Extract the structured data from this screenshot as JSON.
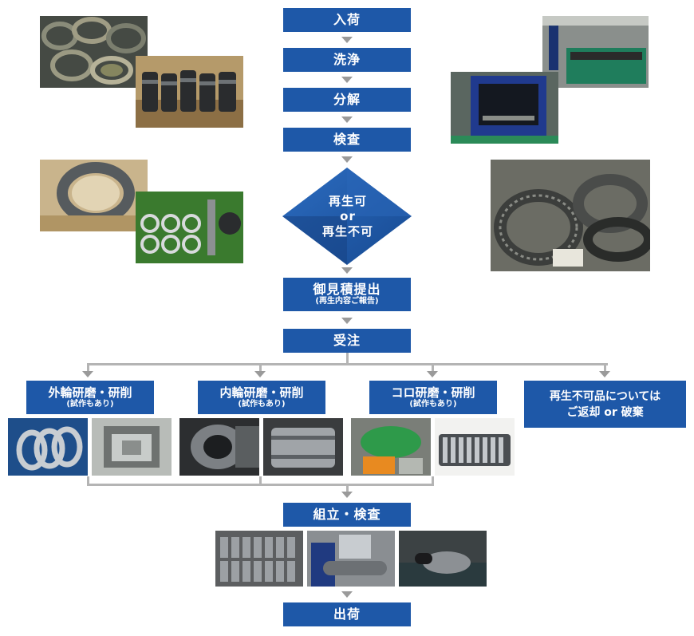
{
  "flow": {
    "arrival": "入荷",
    "cleaning": "洗浄",
    "disassembly": "分解",
    "inspection": "検査",
    "decision": {
      "line1": "再生可",
      "line2": "or",
      "line3": "再生不可"
    },
    "estimate": {
      "title": "御見積提出",
      "sub": "(再生内容ご報告)"
    },
    "order": "受注",
    "branches": [
      {
        "title": "外輪研磨・研削",
        "sub": "(試作もあり)"
      },
      {
        "title": "内輪研磨・研削",
        "sub": "(試作もあり)"
      },
      {
        "title": "コロ研磨・研削",
        "sub": "(試作もあり)"
      },
      {
        "title": "再生不可品については",
        "sub": "ご返却 or 破棄"
      }
    ],
    "assembly": "組立・検査",
    "shipping": "出荷"
  },
  "colors": {
    "box": "#1e58a8",
    "arrow": "#9a9a9a",
    "connector": "#b4b4b4"
  }
}
